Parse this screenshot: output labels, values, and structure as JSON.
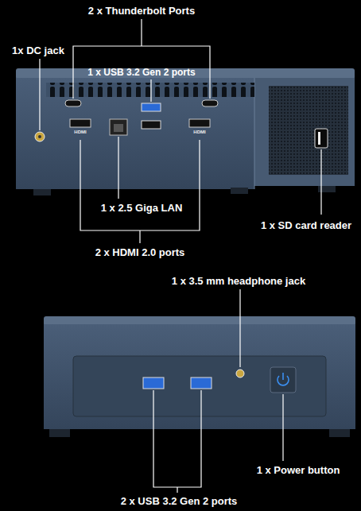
{
  "diagram": {
    "labels": [
      "2 x Thunderbolt Ports",
      "1x DC jack",
      "1 x USB 3.2 Gen 2 ports",
      "HDMI",
      "HDMI",
      "1 x 2.5 Giga LAN",
      "1 x SD card reader",
      "2 x HDMI 2.0 ports",
      "1 x 3.5 mm headphone jack",
      "1 x Power button",
      "2 x USB 3.2 Gen 2 ports"
    ]
  }
}
